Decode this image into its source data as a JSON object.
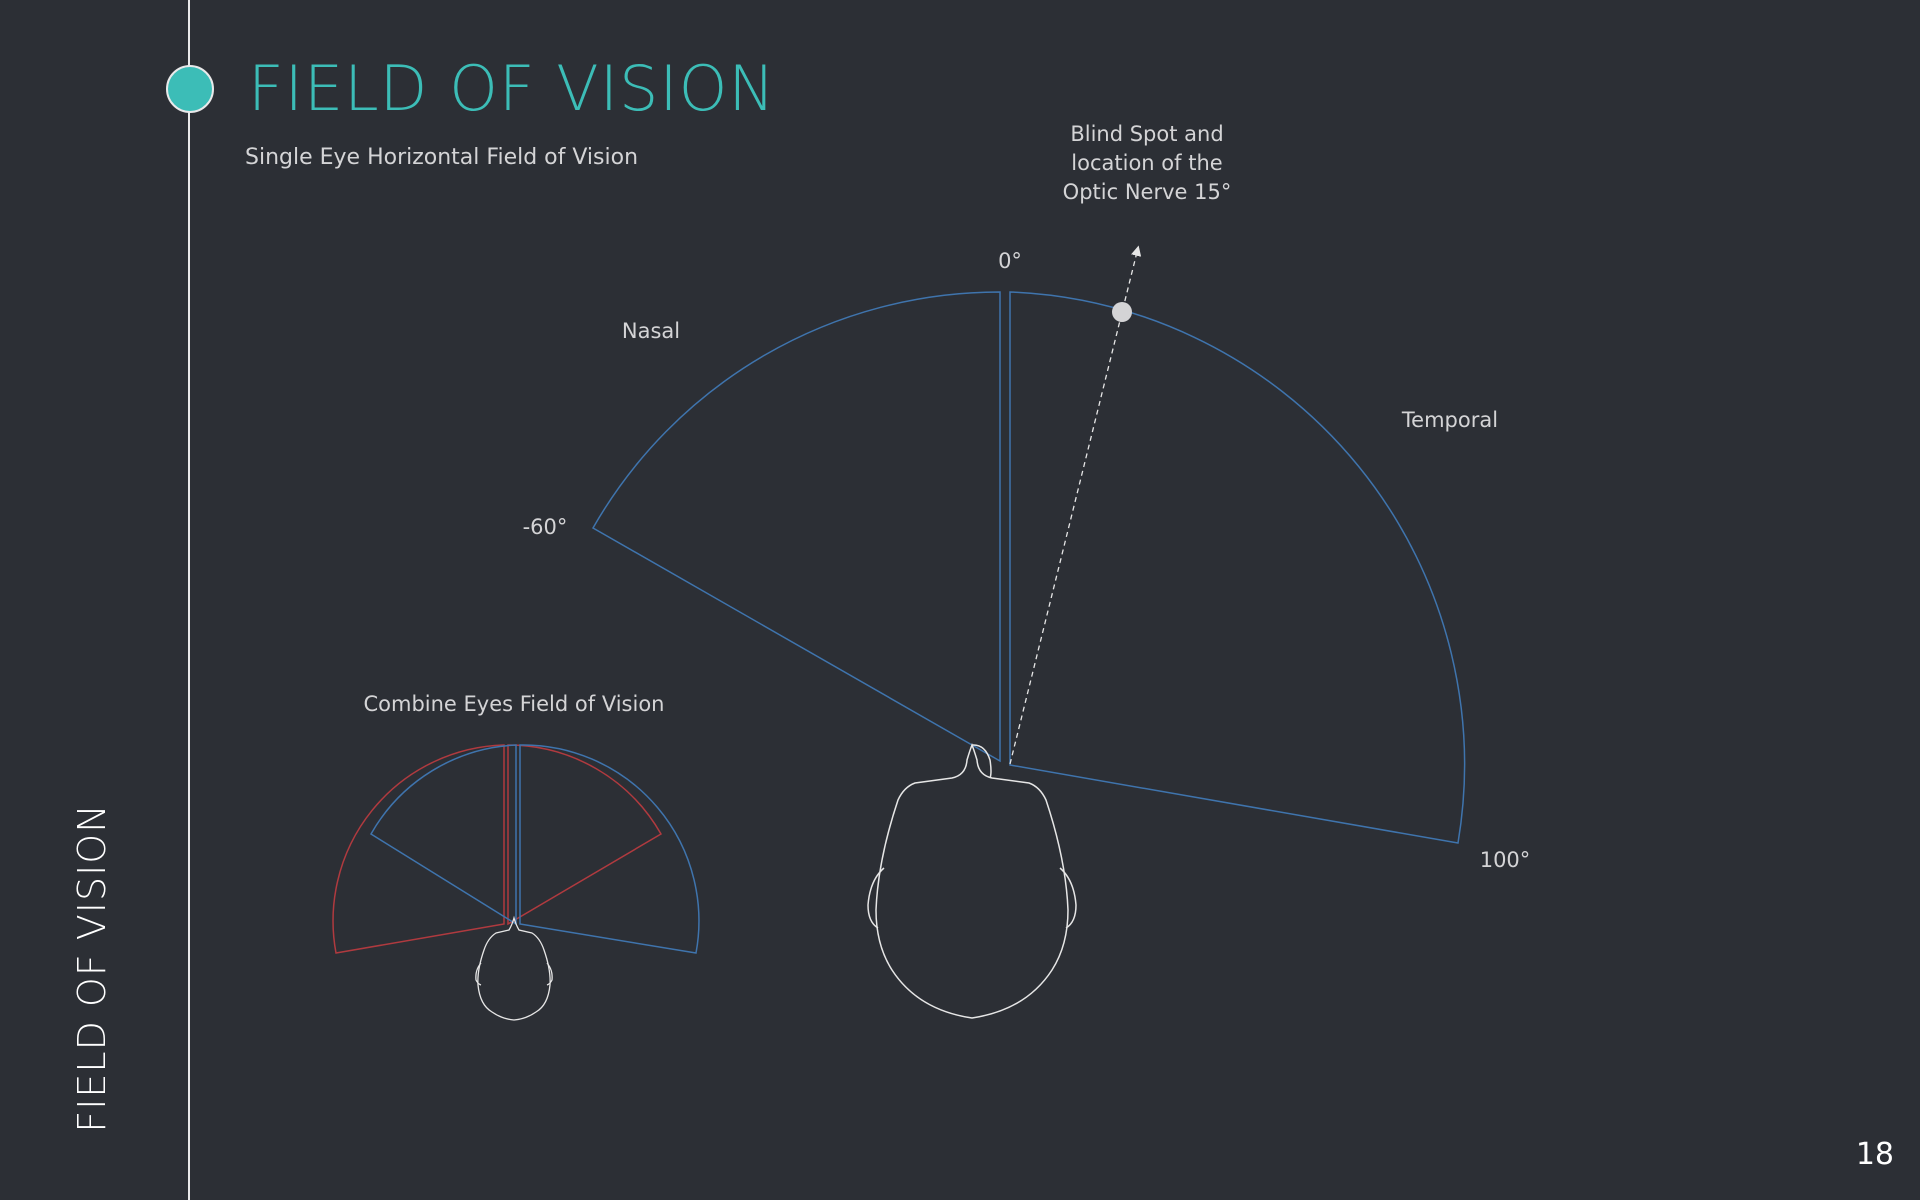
{
  "slide": {
    "title": "FIELD OF VISION",
    "subtitle": "Single Eye Horizontal Field of Vision",
    "side_title": "FIELD OF VISION",
    "page_number": "18"
  },
  "diagram": {
    "labels": {
      "zero": "0°",
      "nasal": "Nasal",
      "temporal": "Temporal",
      "neg60": "-60°",
      "pos100": "100°",
      "blind_spot_line1": "Blind Spot and",
      "blind_spot_line2": "location of the",
      "blind_spot_line3": "Optic Nerve 15°",
      "combine_title": "Combine Eyes Field of Vision"
    },
    "colors": {
      "background": "#2c2f35",
      "accent": "#3cbdb7",
      "single_eye_field": "#3f74ad",
      "left_eye_field": "#b03a3f",
      "right_eye_field": "#3f74ad",
      "outline": "#e6e6e6",
      "text": "#d4d4d6"
    }
  }
}
